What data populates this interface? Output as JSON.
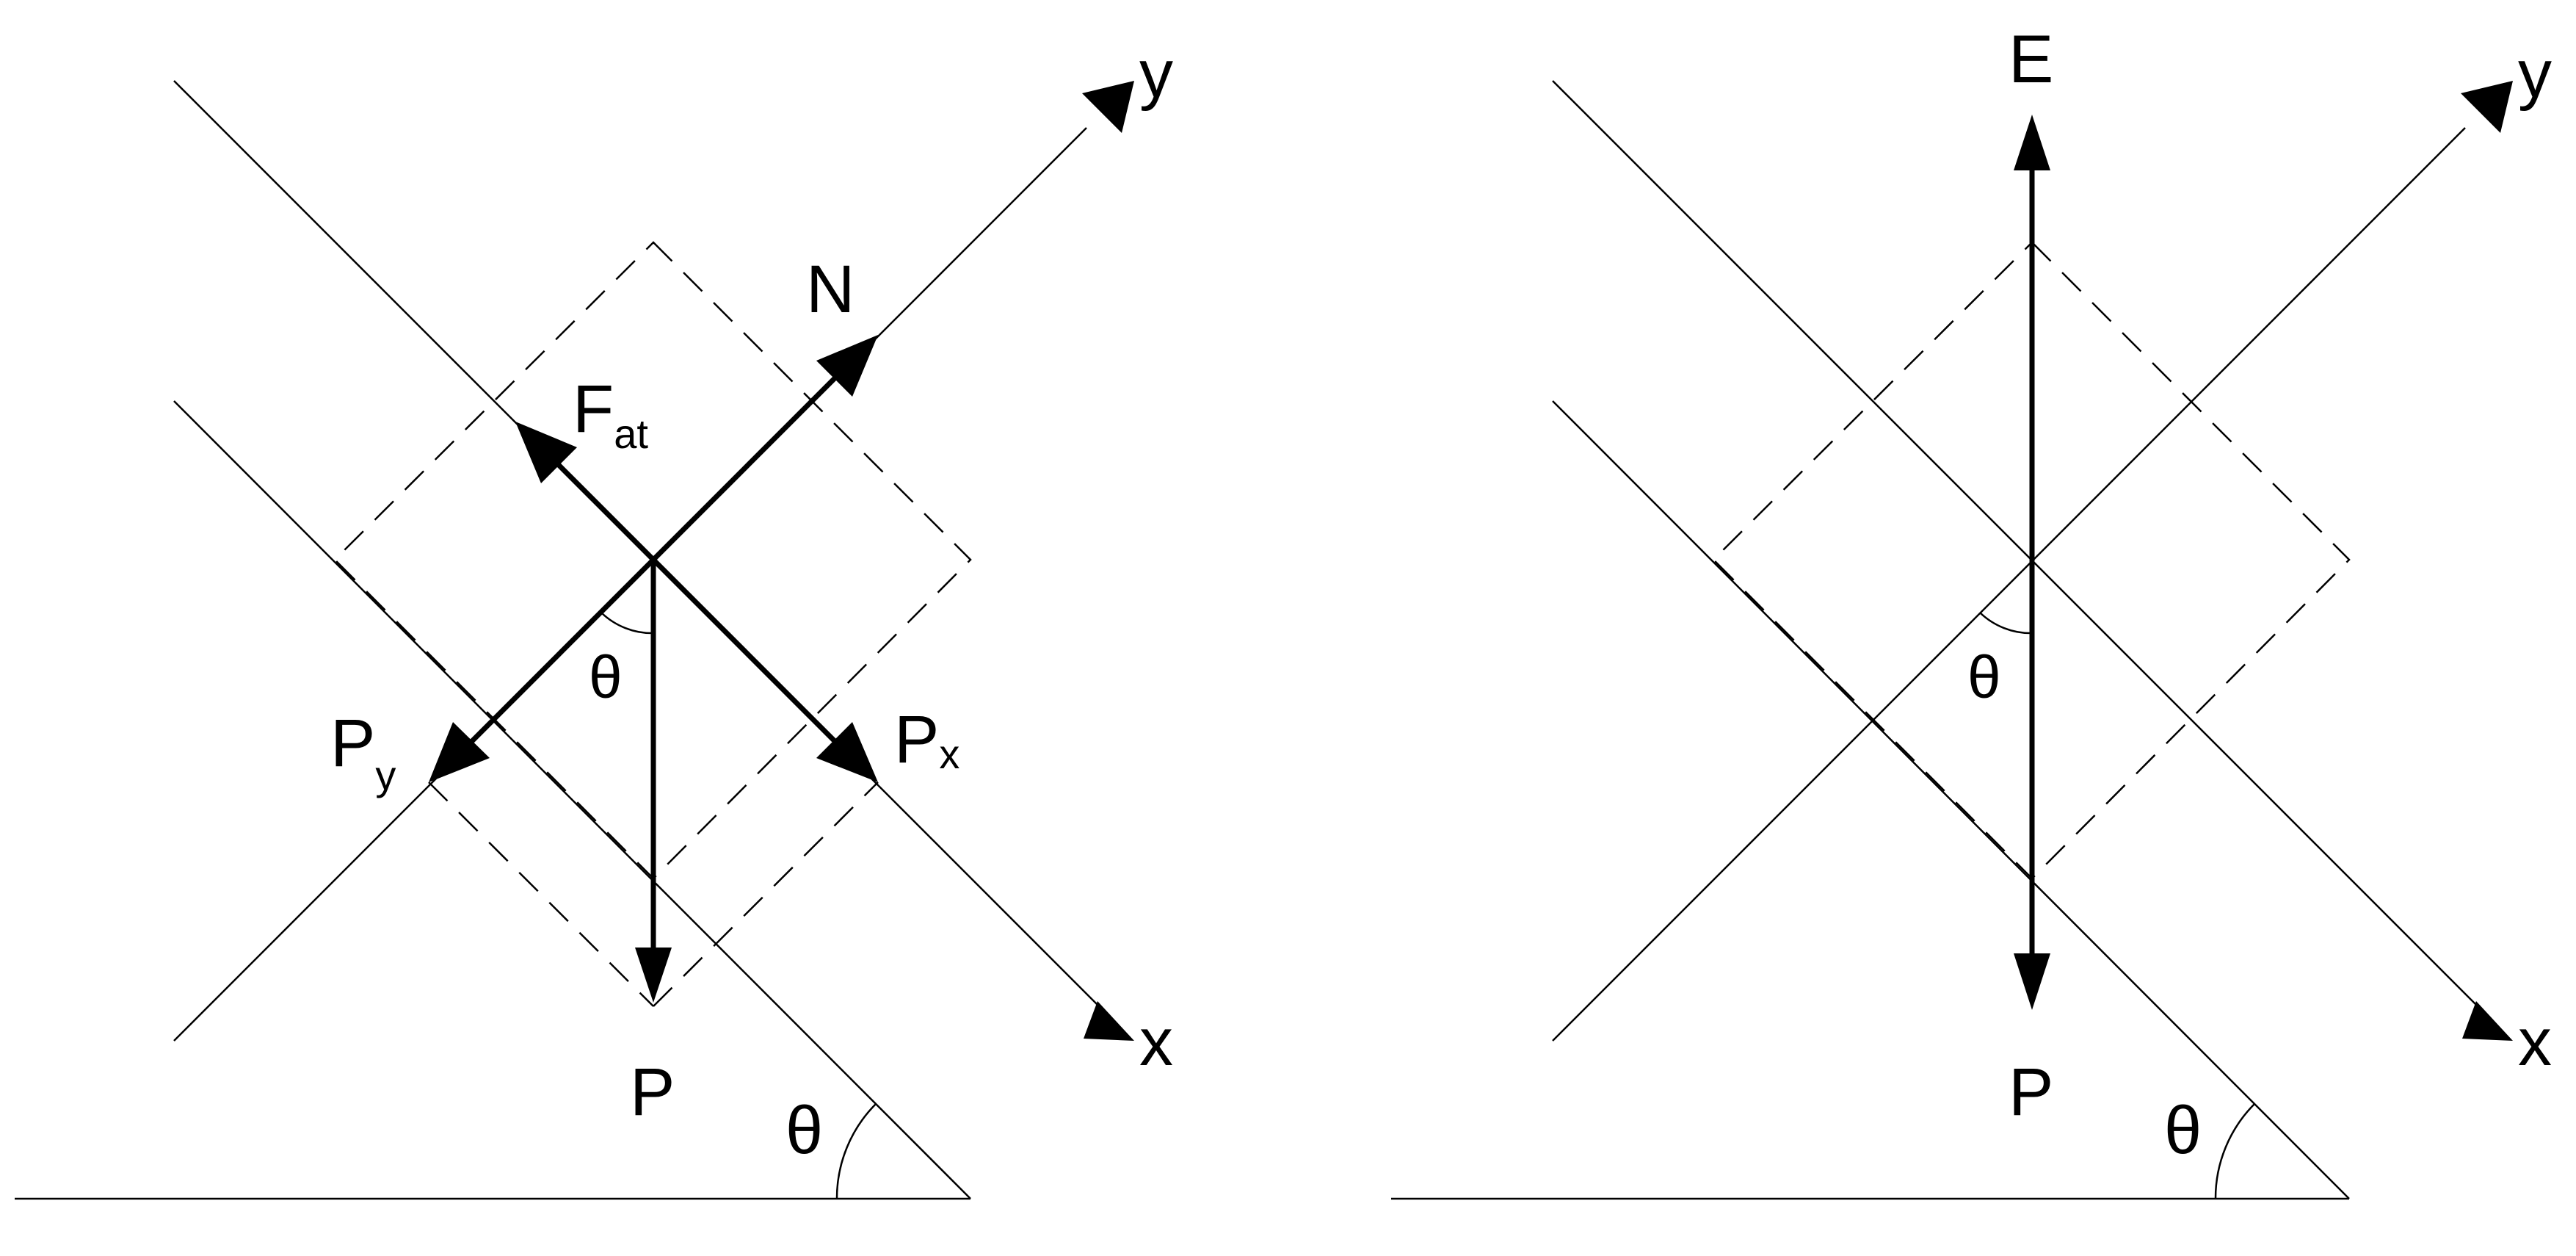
{
  "diagrams": [
    {
      "axis_labels": {
        "y": "y",
        "x": "x"
      },
      "forces": {
        "normal": "N",
        "friction_main": "F",
        "friction_sub": "at",
        "py_main": "P",
        "py_sub": "y",
        "px_main": "P",
        "px_sub": "x",
        "weight": "P"
      },
      "angle_symbol": "θ",
      "incline_angle_symbol": "θ"
    },
    {
      "axis_labels": {
        "y": "y",
        "x": "x"
      },
      "forces": {
        "buoyancy": "E",
        "weight": "P"
      },
      "angle_symbol": "θ",
      "incline_angle_symbol": "θ"
    }
  ]
}
